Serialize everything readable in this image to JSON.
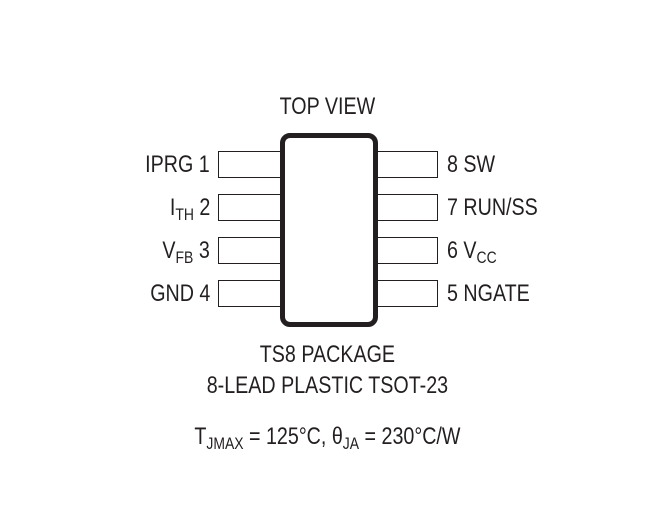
{
  "title": "TOP VIEW",
  "pins_left": [
    {
      "name": "IPRG",
      "sub": "",
      "number": "1"
    },
    {
      "name": "I",
      "sub": "TH",
      "number": "2"
    },
    {
      "name": "V",
      "sub": "FB",
      "number": "3"
    },
    {
      "name": "GND",
      "sub": "",
      "number": "4"
    }
  ],
  "pins_right": [
    {
      "number": "8",
      "name": "SW",
      "sub": ""
    },
    {
      "number": "7",
      "name": "RUN/SS",
      "sub": ""
    },
    {
      "number": "6",
      "name": "V",
      "sub": "CC"
    },
    {
      "number": "5",
      "name": "NGATE",
      "sub": ""
    }
  ],
  "package": {
    "line1": "TS8 PACKAGE",
    "line2": "8-LEAD PLASTIC TSOT-23"
  },
  "thermal": {
    "tj_symbol": "T",
    "tj_sub": "JMAX",
    "tj_value": " = 125°C, ",
    "theta_symbol": "θ",
    "theta_sub": "JA",
    "theta_value": " = 230°C/W"
  }
}
